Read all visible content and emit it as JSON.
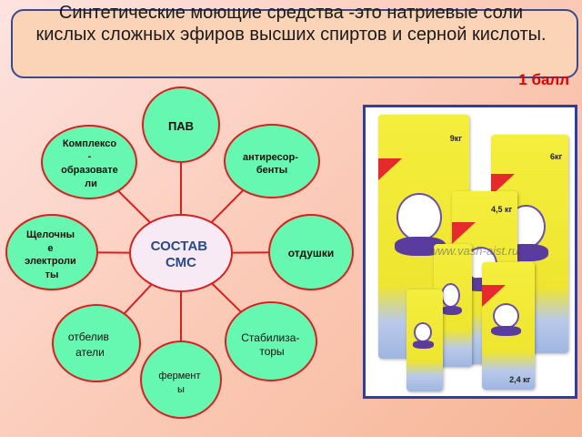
{
  "title": {
    "text": "Синтетические моющие средства -это натриевые соли кислых сложных эфиров высших спиртов и серной кислоты.",
    "score": "1 балл"
  },
  "diagram": {
    "center": {
      "line1": "СОСТАВ",
      "line2": "СМС"
    },
    "nodes": {
      "pav": [
        "ПАВ"
      ],
      "complex": [
        "Комплексо",
        "-",
        "образовате",
        "ли"
      ],
      "antiresorb": [
        "антиресор-",
        "бенты"
      ],
      "alkaline": [
        "Щелочны",
        "е",
        "электроли",
        "ты"
      ],
      "fragrance": [
        "отдушки"
      ],
      "bleach": [
        "отбелив",
        "атели"
      ],
      "stabilizers": [
        "Стабилиза-",
        "торы"
      ],
      "enzymes": [
        "фермент",
        "ы"
      ]
    },
    "colors": {
      "node_fill": "#66f7b0",
      "node_stroke": "#d82020",
      "center_fill": "#f8eaf4",
      "center_text": "#2a4a8a"
    }
  },
  "photo": {
    "watermark": "www.vash-aist.ru",
    "packs": [
      {
        "weight": "9кг"
      },
      {
        "weight": "6кг"
      },
      {
        "weight": "4,5 кг"
      },
      {
        "weight": "2,4 кг"
      }
    ]
  }
}
